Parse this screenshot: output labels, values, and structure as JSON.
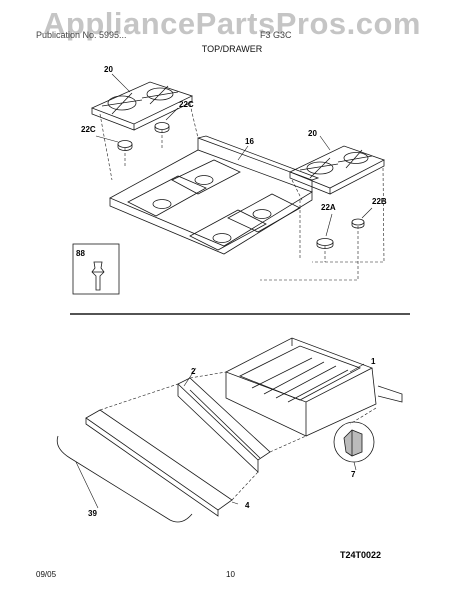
{
  "watermark": "AppliancePartsPros.com",
  "header": {
    "left": "Publication No. 5995...",
    "mid": "F3 G3C",
    "subtitle": "TOP/DRAWER"
  },
  "labels": {
    "burner_grate_left": "20",
    "burner_grate_right": "20",
    "bumper_upper": "22C",
    "bumper_left": "22C",
    "cooktop": "16",
    "bumper_22a": "22A",
    "bumper_22b": "22B",
    "inset_part": "88",
    "drawer": "1",
    "drawer_frame": "2",
    "rail_detail": "7",
    "drawer_panel": "4",
    "drawer_seal": "39",
    "drawing_code": "T24T0022"
  },
  "footer": {
    "date": "09/05",
    "page": "10"
  },
  "colors": {
    "line": "#1a1a1a",
    "watermark": "#969696"
  }
}
